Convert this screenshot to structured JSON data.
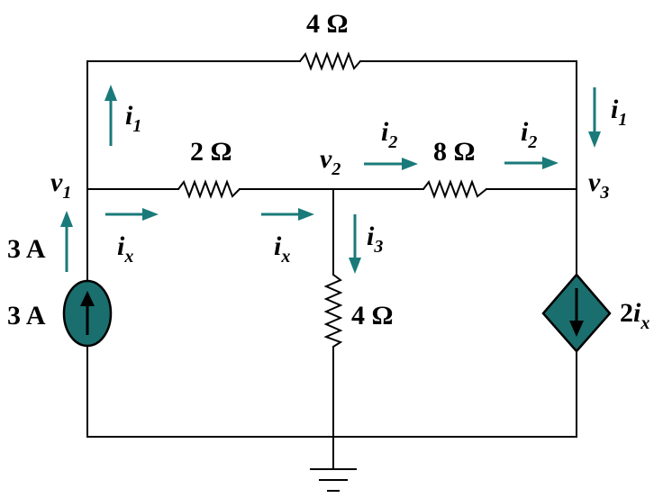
{
  "labels": {
    "r_top": "4 Ω",
    "r_left": "2 Ω",
    "r_mid": "8 Ω",
    "r_bottom": "4 Ω",
    "src_left": "3 A",
    "src_left_arrow": "3 A",
    "src_dep": "2",
    "src_dep_var": "i",
    "src_dep_sub": "x"
  },
  "nodes": {
    "v1": {
      "base": "v",
      "sub": "1"
    },
    "v2": {
      "base": "v",
      "sub": "2"
    },
    "v3": {
      "base": "v",
      "sub": "3"
    }
  },
  "currents": {
    "i1_left": {
      "base": "i",
      "sub": "1"
    },
    "i1_right": {
      "base": "i",
      "sub": "1"
    },
    "ix_left": {
      "base": "i",
      "sub": "x"
    },
    "ix_mid": {
      "base": "i",
      "sub": "x"
    },
    "i2_left": {
      "base": "i",
      "sub": "2"
    },
    "i2_right": {
      "base": "i",
      "sub": "2"
    },
    "i3": {
      "base": "i",
      "sub": "3"
    }
  },
  "colors": {
    "wire": "#000000",
    "arrow": "#1a7a7a",
    "source_fill": "#1a6e6e",
    "background": "#ffffff"
  }
}
